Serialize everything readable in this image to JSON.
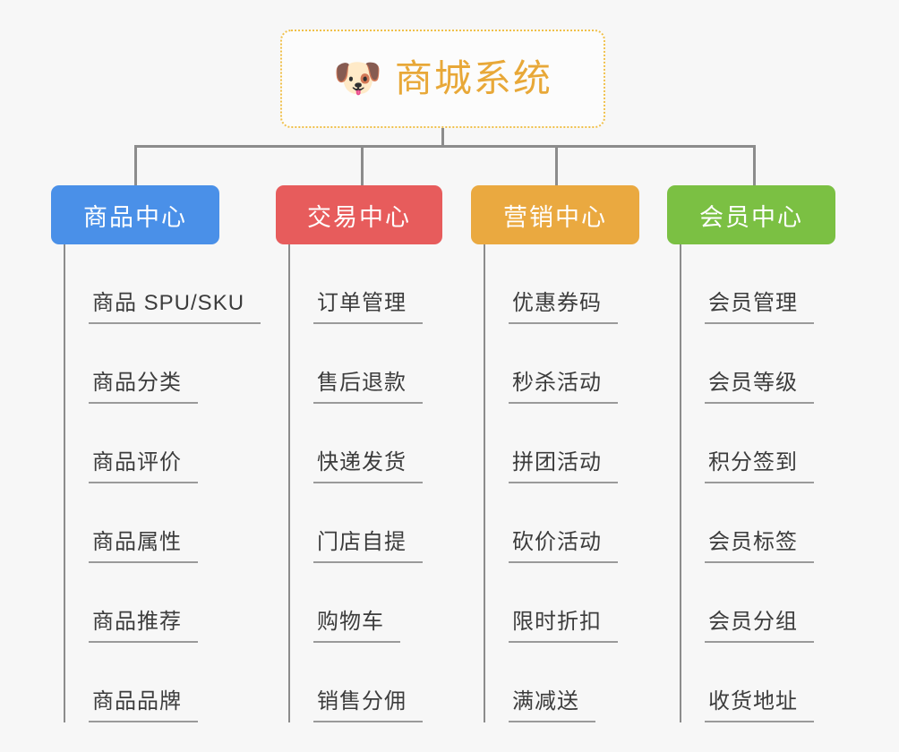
{
  "page": {
    "background_color": "#f7f7f7",
    "connector_color": "#8c8c8c"
  },
  "root": {
    "icon": "dog-face-emoji",
    "icon_glyph": "🐶",
    "title": "商城系统",
    "title_color": "#e8a838",
    "border_color": "#f0c04a"
  },
  "branches": [
    {
      "label": "商品中心",
      "color": "#4a90e8",
      "items": [
        "商品 SPU/SKU",
        "商品分类",
        "商品评价",
        "商品属性",
        "商品推荐",
        "商品品牌"
      ]
    },
    {
      "label": "交易中心",
      "color": "#e75c5c",
      "items": [
        "订单管理",
        "售后退款",
        "快递发货",
        "门店自提",
        "购物车",
        "销售分佣"
      ]
    },
    {
      "label": "营销中心",
      "color": "#eaa940",
      "items": [
        "优惠券码",
        "秒杀活动",
        "拼团活动",
        "砍价活动",
        "限时折扣",
        "满减送"
      ]
    },
    {
      "label": "会员中心",
      "color": "#7bc043",
      "items": [
        "会员管理",
        "会员等级",
        "积分签到",
        "会员标签",
        "会员分组",
        "收货地址"
      ]
    }
  ]
}
